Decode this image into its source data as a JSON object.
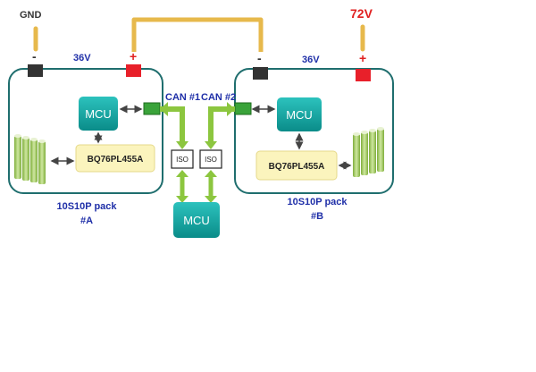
{
  "labels": {
    "gnd": "GND",
    "v72": "72V",
    "pack_a_voltage": "36V",
    "pack_b_voltage": "36V",
    "minus": "-",
    "plus": "+",
    "can1": "CAN #1",
    "can2": "CAN #2",
    "iso": "ISO",
    "mcu": "MCU",
    "chip": "BQ76PL455A",
    "pack_a_name": "10S10P pack",
    "pack_a_id": "#A",
    "pack_b_name": "10S10P pack",
    "pack_b_id": "#B"
  },
  "colors": {
    "pack_border": "#1f6e6e",
    "mcu_fill": "#0fa3a0",
    "chip_fill": "#fbf4bd",
    "wire": "#e7b94c",
    "bus_arrow": "#8cc63f",
    "connector": "#3aa33a",
    "terminal_neg": "#333333",
    "terminal_pos": "#e8202a",
    "cell": "#a8cf6a"
  }
}
